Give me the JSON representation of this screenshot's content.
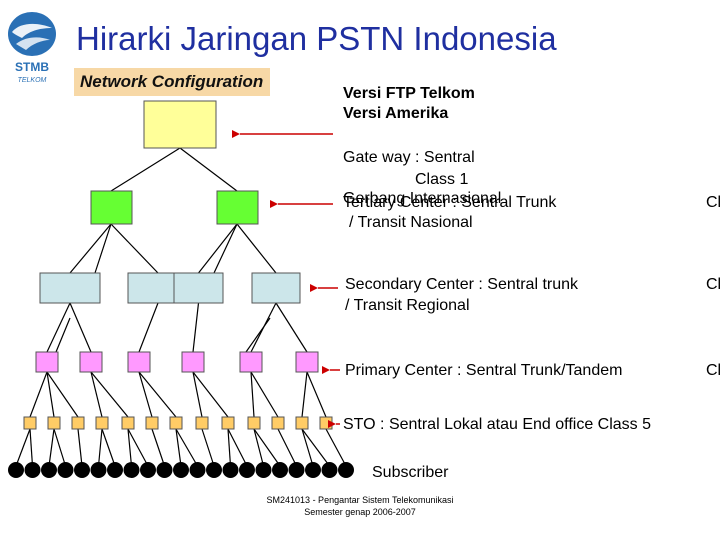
{
  "title": "Hirarki Jaringan PSTN Indonesia",
  "subtitle": "Network Configuration",
  "logo": {
    "text": "STMB",
    "subtext": "TELKOM",
    "icon": "telkom-globe-logo"
  },
  "labels": {
    "version_line1": "Versi FTP Telkom",
    "version_line2": "Versi Amerika",
    "gateway_line1": "Gate way : Sentral",
    "gateway_line2": "Class 1",
    "gerbang": "Gerbang Internasional",
    "tertiary_line1": "Tertiary Center : Sentral Trunk",
    "tertiary_line2": "/ Transit Nasional",
    "secondary_line1": "Secondary Center : Sentral trunk",
    "secondary_line2": "/ Transit Regional",
    "primary": "Primary Center : Sentral Trunk/Tandem",
    "sto": "STO : Sentral Lokal atau End office Class 5",
    "subscriber": "Subscriber",
    "cut_1": "Cl",
    "cut_2": "Cl",
    "cut_3": "Cl"
  },
  "footer": {
    "line1": "SM241013 - Pengantar Sistem Telekomunikasi",
    "line2": "Semester genap 2006-2007"
  },
  "colors": {
    "title": "#1f2fa0",
    "subtitle_bg": "#f7d8a6",
    "gateway": "#ffff99",
    "tertiary": "#66ff33",
    "secondary": "#cce6ea",
    "primary": "#ff99ff",
    "sto": "#ffcc66",
    "subscriber": "#000000",
    "arrow": "#cc0000"
  }
}
